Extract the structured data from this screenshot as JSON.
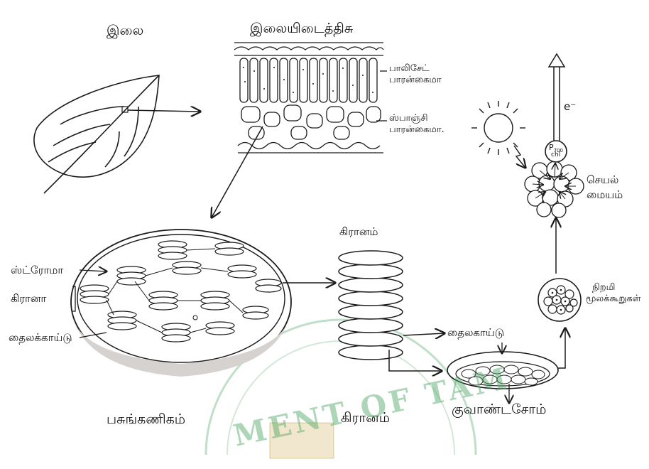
{
  "labels": {
    "leaf": "இலை",
    "leaf_section": "இலையிடைத்திசு",
    "palisade": [
      "பாலிசேட்",
      "பாரன்கைமா"
    ],
    "spongy": [
      "ஸ்பாஞ்சி",
      "பாரன்கைமா."
    ],
    "stroma": "ஸ்ட்ரோமா",
    "grana_left": "கிரானா",
    "thylakoid_left": "தைலக்காய்டு",
    "chloroplast": "பசுங்கணிகம்",
    "granum_top": "கிரானம்",
    "granum_bottom": "கிரானம்",
    "thylakoid_right": "தைலகாய்டு",
    "quantasome": "குவாண்டசோம்",
    "pigment": [
      "நிறமி",
      "மூலக்கூறுகள்"
    ],
    "reaction_center": [
      "செயல்",
      "மையம்"
    ],
    "electron": "e⁻",
    "p_label": "P",
    "p_sub": "700",
    "chl_label": "chl"
  },
  "watermark": {
    "text": "MENT OF TAM",
    "color": "#4aa362"
  },
  "colors": {
    "ink": "#1a1a1a",
    "chloroplast_shadow": "#d6d2cf"
  }
}
